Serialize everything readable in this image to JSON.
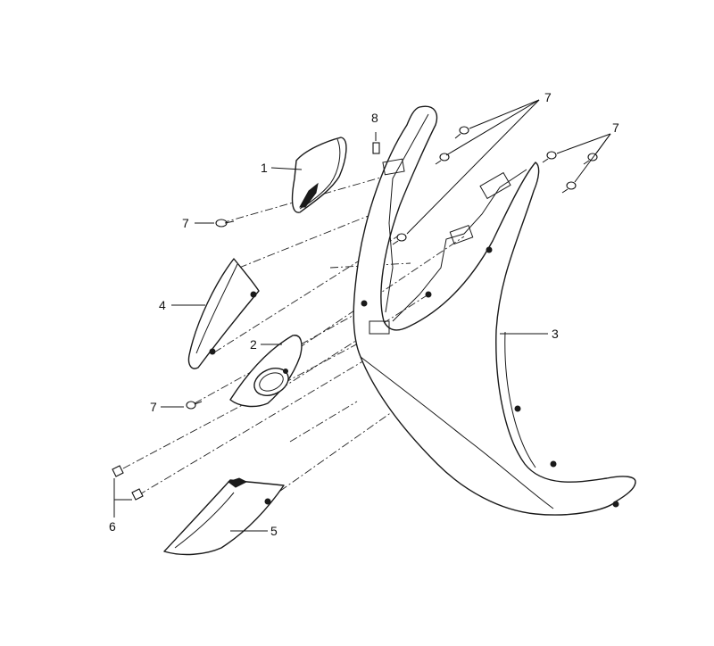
{
  "callouts": {
    "c1": "1",
    "c2": "2",
    "c3": "3",
    "c4": "4",
    "c5": "5",
    "c6": "6",
    "c7a": "7",
    "c7b": "7",
    "c7c": "7",
    "c7d": "7",
    "c8": "8"
  },
  "colors": {
    "line": "#1a1a1a",
    "background": "#ffffff"
  }
}
